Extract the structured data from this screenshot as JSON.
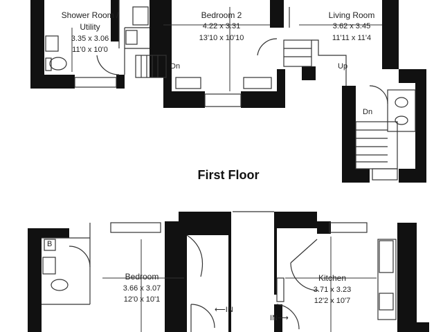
{
  "floor_title": "First Floor",
  "rooms": {
    "shower": {
      "name_line1": "Shower Room /",
      "name_line2": "Utility",
      "metric": "3.35 x 3.06",
      "imperial": "11'0 x 10'0"
    },
    "bedroom2": {
      "name": "Bedroom 2",
      "metric": "4.22 x 3.31",
      "imperial": "13'10 x 10'10"
    },
    "living": {
      "name": "Living Room",
      "metric": "3.62 x 3.45",
      "imperial": "11'11 x 11'4"
    },
    "bedroom": {
      "name": "Bedroom",
      "metric": "3.66 x 3.07",
      "imperial": "12'0 x 10'1"
    },
    "kitchen": {
      "name": "Kitchen",
      "metric": "3.71 x 3.23",
      "imperial": "12'2 x 10'7"
    }
  },
  "stair_labels": {
    "dn1": "Dn",
    "up": "Up",
    "dn2": "Dn"
  },
  "entry_labels": {
    "in_right": "IN",
    "in_left": "IN"
  },
  "fixture_labels": {
    "boiler": "B"
  },
  "colors": {
    "wall": "#111111",
    "line": "#333333",
    "text": "#222222"
  }
}
